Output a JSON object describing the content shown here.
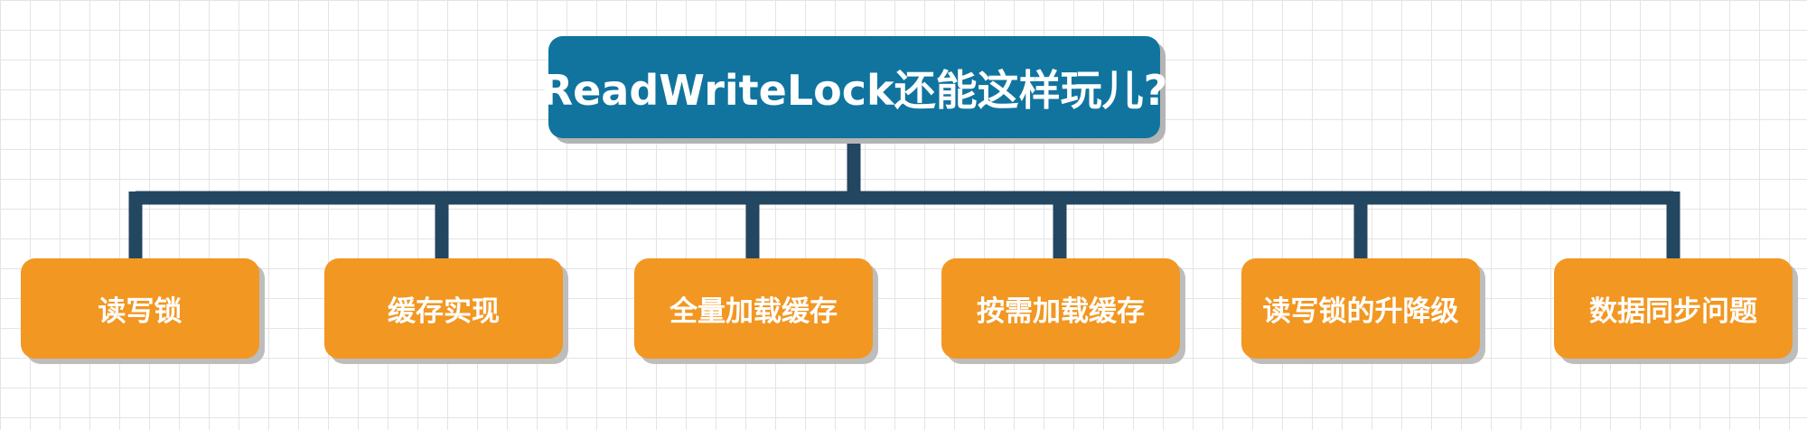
{
  "diagram": {
    "root": {
      "label": "ReadWriteLock还能这样玩儿?"
    },
    "children": [
      {
        "label": "读写锁"
      },
      {
        "label": "缓存实现"
      },
      {
        "label": "全量加载缓存"
      },
      {
        "label": "按需加载缓存"
      },
      {
        "label": "读写锁的升降级"
      },
      {
        "label": "数据同步问题"
      }
    ]
  },
  "colors": {
    "root_fill": "#10749f",
    "child_fill": "#f29722",
    "connector": "#234661",
    "grid_line": "#e4e4e4"
  }
}
